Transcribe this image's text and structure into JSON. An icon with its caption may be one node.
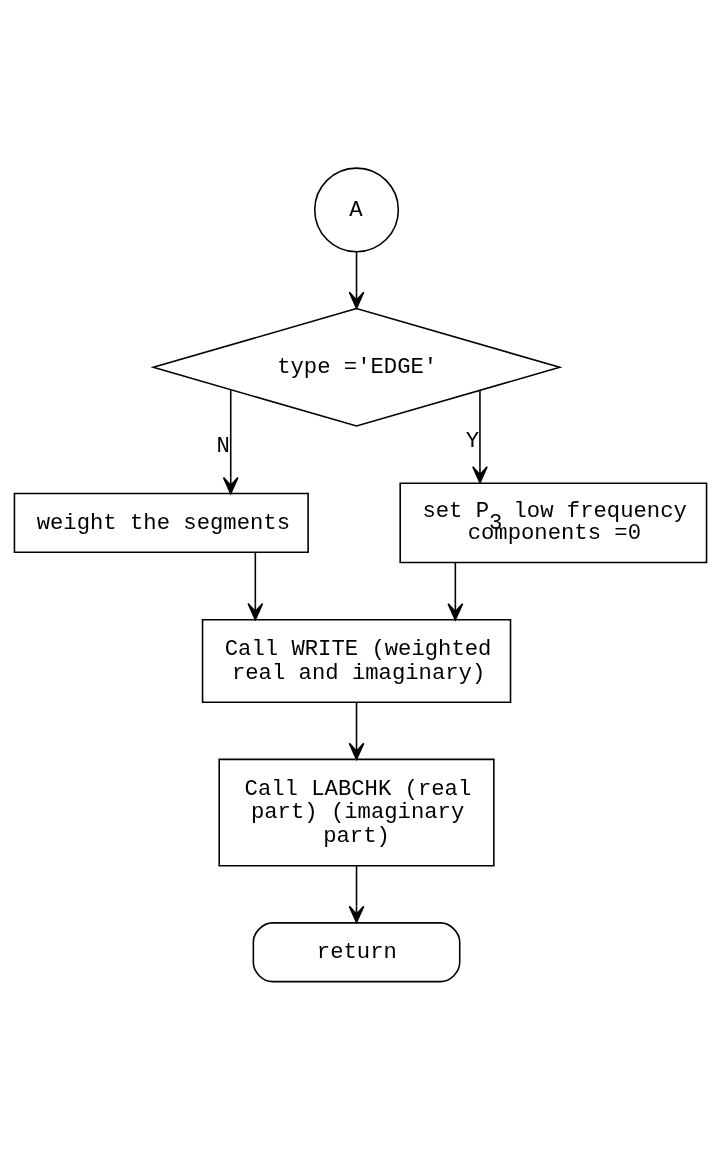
{
  "diagram": {
    "nodes": [
      {
        "text": [
          "A"
        ]
      },
      {
        "text": [
          "type ='EDGE'"
        ]
      },
      {
        "text": [
          "weight the segments"
        ]
      },
      {
        "text": [
          "set P$_{3}$ low frequency components =0"
        ]
      },
      {
        "text": [
          "Call WRITE (weighted real and imaginary)"
        ]
      },
      {
        "text": [
          "Call LABCHK (real part) (imaginary part)"
        ]
      },
      {
        "text": [
          "return"
        ]
      }
    ],
    "edges": [
      {
        "from": 0,
        "to": 1,
        "arrow": "to"
      },
      {
        "from": 1,
        "to": 2,
        "arrow": "to",
        "label": "N"
      },
      {
        "from": 1,
        "to": 3,
        "arrow": "to",
        "label": "Y"
      },
      {
        "from": 2,
        "to": 4,
        "arrow": "to"
      },
      {
        "from": 3,
        "to": 4,
        "arrow": "to"
      },
      {
        "from": 4,
        "to": 5,
        "arrow": "to"
      },
      {
        "from": 5,
        "to": 6,
        "arrow": "to"
      }
    ]
  }
}
